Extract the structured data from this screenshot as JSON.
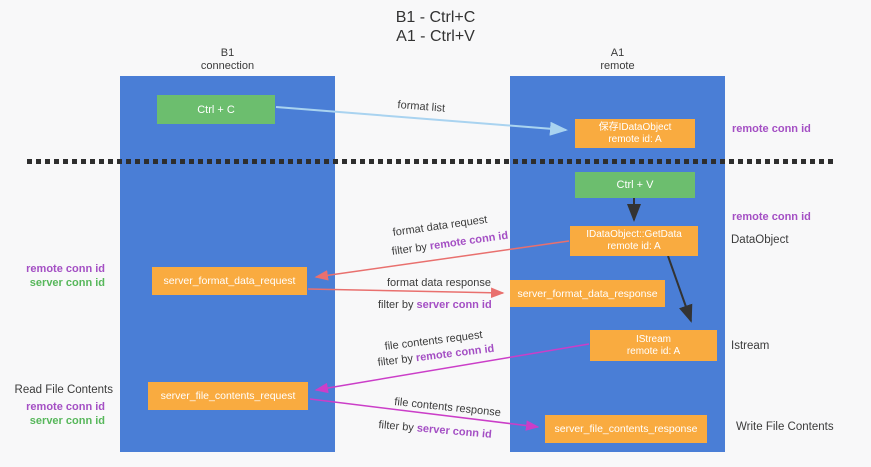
{
  "title": {
    "line1": "B1 - Ctrl+C",
    "line2": "A1 - Ctrl+V"
  },
  "lanes": {
    "left": {
      "title": "B1",
      "subtitle": "connection"
    },
    "right": {
      "title": "A1",
      "subtitle": "remote"
    }
  },
  "nodes": {
    "ctrl_c": {
      "label": "Ctrl + C"
    },
    "save_idataobject": {
      "line1": "保存IDataObject",
      "line2": "remote id: A"
    },
    "ctrl_v": {
      "label": "Ctrl + V"
    },
    "idataobject_getdata": {
      "line1": "IDataObject::GetData",
      "line2": "remote id: A"
    },
    "server_format_data_request": {
      "label": "server_format_data_request"
    },
    "server_format_data_response": {
      "label": "server_format_data_response"
    },
    "istream": {
      "line1": "IStream",
      "line2": "remote id: A"
    },
    "server_file_contents_request": {
      "label": "server_file_contents_request"
    },
    "server_file_contents_response": {
      "label": "server_file_contents_response"
    }
  },
  "arrows": {
    "format_list": {
      "label": "format list"
    },
    "format_data_request": {
      "label": "format data request",
      "filter_prefix": "filter by ",
      "filter_key": "remote conn id"
    },
    "format_data_response": {
      "label": "format data response",
      "filter_prefix": "filter by ",
      "filter_key": "server conn id"
    },
    "file_contents_request": {
      "label": "file contents request",
      "filter_prefix": "filter by ",
      "filter_key": "remote conn id"
    },
    "file_contents_response": {
      "label": "file contents response",
      "filter_prefix": "filter by ",
      "filter_key": "server conn id"
    }
  },
  "margin_labels": {
    "right": [
      {
        "text": "remote conn id"
      },
      {
        "text": "remote conn id"
      },
      {
        "text": "DataObject"
      },
      {
        "text": "Istream"
      },
      {
        "text": "Write File Contents"
      }
    ],
    "left": {
      "format_block": {
        "remote": "remote conn id",
        "server": "server conn id"
      },
      "read_file_contents": "Read File Contents",
      "file_block": {
        "remote": "remote conn id",
        "server": "server conn id"
      }
    }
  },
  "colors": {
    "lane_blue": "#4a7ed6",
    "node_green": "#6cbe6e",
    "node_orange": "#f9ab40",
    "arrow_light_blue": "#a9d3f0",
    "arrow_black": "#333333",
    "arrow_red": "#e9706e",
    "arrow_magenta": "#cb3ec8",
    "text_purple": "#a44fc4",
    "text_green": "#57b75b",
    "text_dark": "#3b3b3b",
    "dashed_line": "#2e2e2e",
    "background": "#f8f8f9"
  }
}
